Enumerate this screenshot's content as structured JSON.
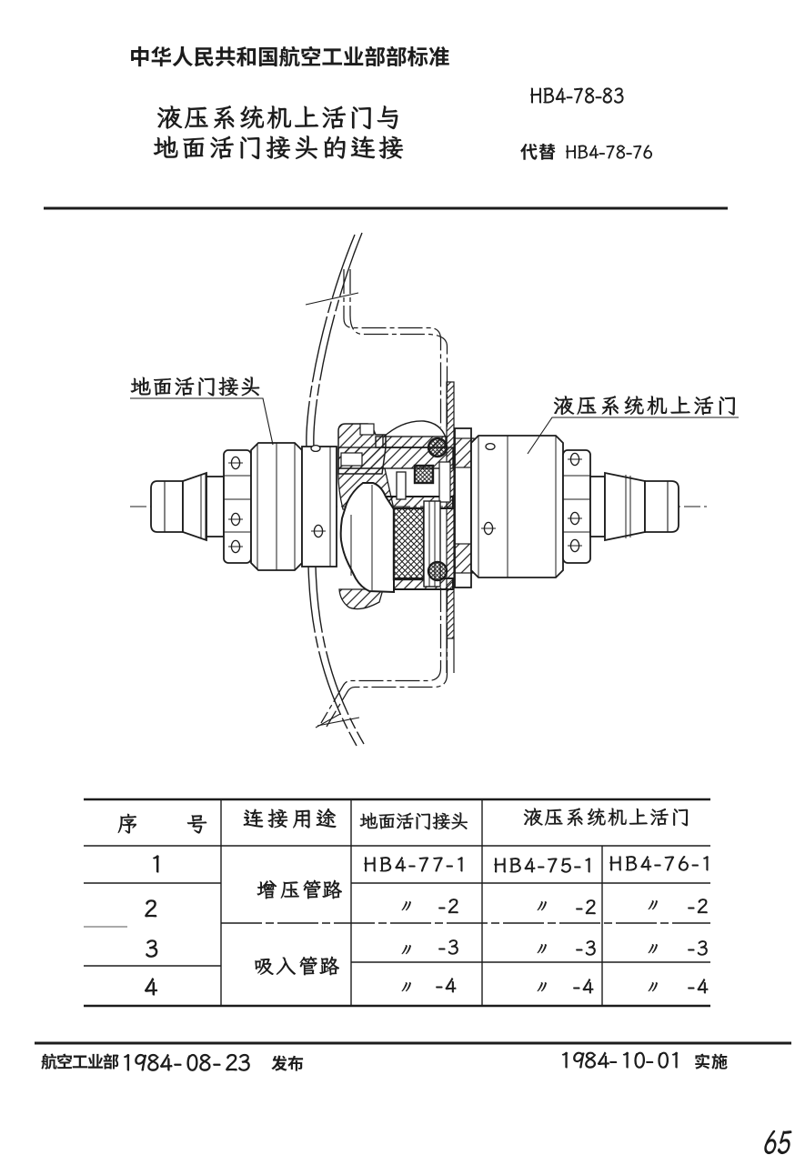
{
  "document": {
    "kind": "scanned standard document",
    "language": "zh-CN",
    "page_number": "65"
  },
  "header": {
    "org_line": "中华人民共和国航空工业部部标准",
    "standard_number": "HB4-78-83",
    "replaces_label": "代替",
    "replaces_number": "HB4-78-76",
    "title_line1": "液压系统机上活门与",
    "title_line2": "地面活门接头的连接"
  },
  "drawing": {
    "label_left": "地面活门接头",
    "label_right": "液压系统机上活门"
  },
  "table": {
    "headers": {
      "serial": "序号",
      "purpose": "连接用途",
      "ground_coupling": "地面活门接头",
      "onboard_valve": "液压系统机上活门"
    },
    "rows": [
      {
        "no": "1",
        "purpose": "增压管路",
        "ground": "HB4-77-1",
        "onboard_a": "HB4-75-1",
        "onboard_b": "HB4-76-1"
      },
      {
        "no": "2",
        "purpose": "",
        "ground": "〃 -2",
        "onboard_a": "〃 -2",
        "onboard_b": "〃 -2"
      },
      {
        "no": "3",
        "purpose": "吸入管路",
        "ground": "〃 -3",
        "onboard_a": "〃 -3",
        "onboard_b": "〃 -3"
      },
      {
        "no": "4",
        "purpose": "",
        "ground": "〃 -4",
        "onboard_a": "〃 -4",
        "onboard_b": "〃 -4"
      }
    ]
  },
  "footer": {
    "issuer": "航空工业部",
    "issue_date": "1984-08-23",
    "issue_label": "发布",
    "effective_date": "1984-10-01",
    "effective_label": "实施"
  }
}
